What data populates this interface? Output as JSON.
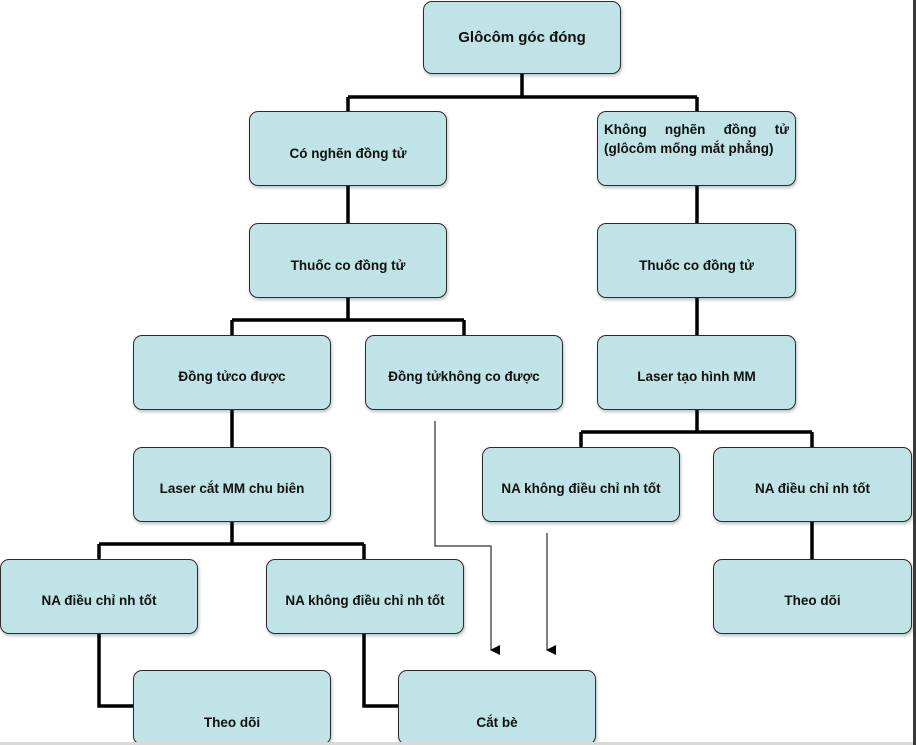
{
  "nodes": {
    "root": "Glôcôm góc đóng",
    "pupil_block": "Có nghẽn đồng tử",
    "no_pupil_block": "Không nghẽn đồng tử (glôcôm mống mắt phẳng)",
    "miotic_left": "Thuốc co đồng tử",
    "miotic_right": "Thuốc co đồng tử",
    "pupil_constricts": "Đồng tửco được",
    "pupil_not_constrict": "Đồng tửkhông co được",
    "peripheral_iridotomy": "Laser cắt MM chu biên",
    "laser_iridoplasty": "Laser tạo hình MM",
    "iop_controlled_left": "NA điều chỉ nh tốt",
    "iop_uncontrolled_left": "NA không điều chỉ nh tốt",
    "iop_uncontrolled_right": "NA không điều chỉ nh tốt",
    "iop_controlled_right": "NA điều chỉ nh tốt",
    "follow_up_left": "Theo dõi",
    "trabeculectomy": "Cắt bè",
    "follow_up_right": "Theo dõi"
  },
  "colors": {
    "box_fill": "#bfe3e6",
    "box_border": "#2b2b2b",
    "connector": "#000000"
  }
}
